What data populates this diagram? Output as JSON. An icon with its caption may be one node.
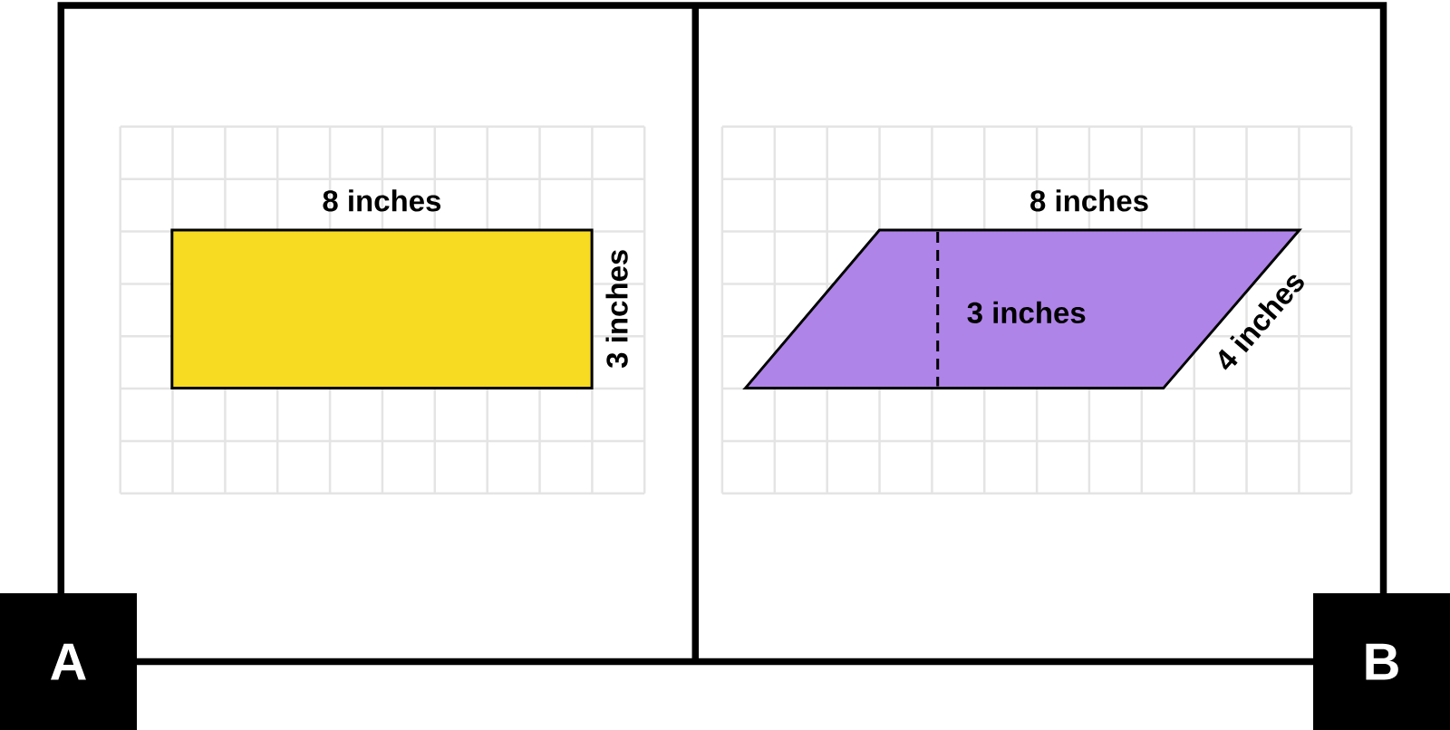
{
  "diagram": {
    "nodes": [
      {
        "text": [
          "A"
        ]
      },
      {
        "text": [
          "B"
        ]
      }
    ],
    "labels": [
      "8 inches",
      "3 inches",
      "8 inches",
      "3 inches",
      "4 inches"
    ]
  }
}
